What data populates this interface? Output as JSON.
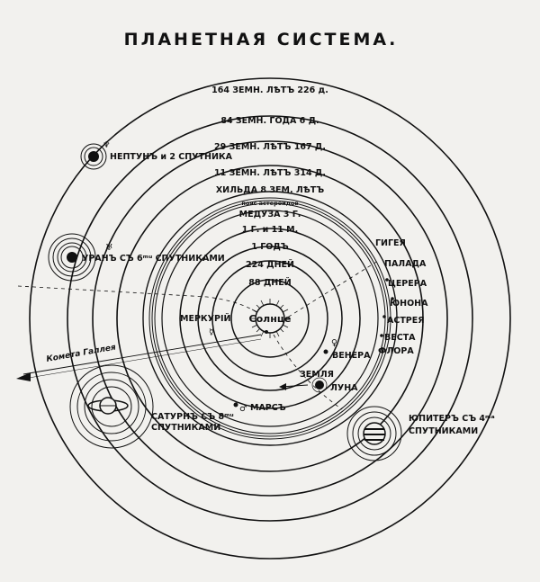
{
  "title": "ПЛАНЕТНАЯ СИСТЕМА.",
  "orbit_periods": [
    "164 ЗЕМН. ЛѢТЪ 226 д.",
    "84 ЗЕМН. ГОДА 6 Д.",
    "29 ЗЕМН. ЛѢТЪ 167 Д.",
    "11 ЗЕМН. ЛѢТЪ 314 Д.",
    "ХИЛЬДА 8 ЗЕМ. ЛѢТЪ",
    "пояс астероидов",
    "МЕДУЗА 3 Г.",
    "1 Г. и 11 М.",
    "1 ГОДЪ",
    "224 ДНЕЙ",
    "88 ДНЕЙ"
  ],
  "sun_label": "Солнце",
  "planets": {
    "neptune": "НЕПТУНЪ и 2 СПУТНИКА",
    "uranus": "УРАНЪ СЪ 6ᵐᵘ СПУТНИКАМИ",
    "saturn_line1": "САТУРНЪ СЪ 8ᵐᵘ",
    "saturn_line2": "СПУТНИКАМИ",
    "jupiter_line1": "ЮПИТЕРЪ СЪ 4ᵐᵃ",
    "jupiter_line2": "СПУТНИКАМИ",
    "mars": "МАРСЪ",
    "mercury": "МЕРКУРІЙ",
    "venus": "ВЕНЕРА",
    "earth": "ЗЕМЛЯ",
    "moon": "ЛУНА"
  },
  "asteroids": [
    "ГИГЕЯ",
    "ПАЛАДА",
    "ЦЕРЕРА",
    "ЮНОНА",
    "АСТРЕЯ",
    "ВЕСТА",
    "ФЛОРА"
  ],
  "comet_label": "Комета Галлея",
  "colors": {
    "ink": "#111111",
    "paper": "#f2f1ee"
  }
}
